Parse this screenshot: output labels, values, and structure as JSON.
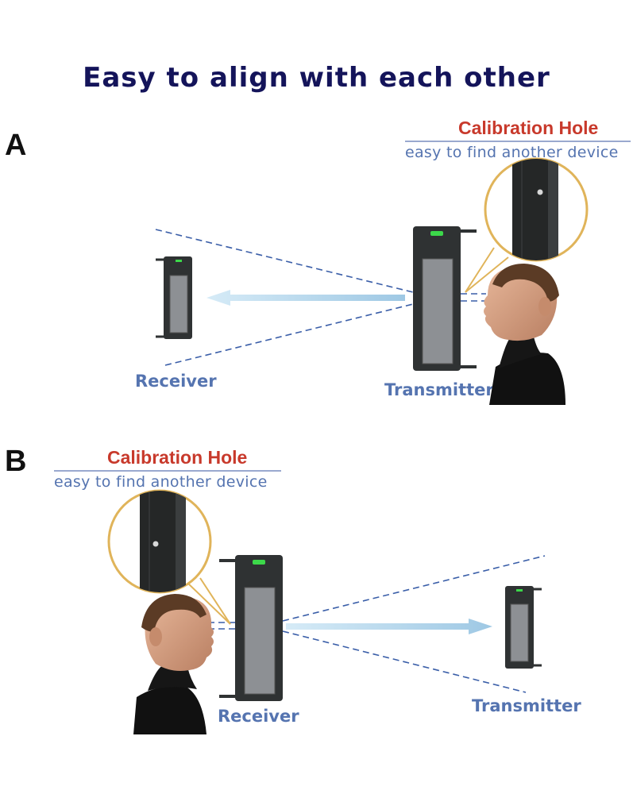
{
  "title": "Easy to align with each other",
  "section_a": {
    "letter": "A",
    "callout_title": "Calibration Hole",
    "callout_subtitle": "easy to find another device",
    "left_label": "Receiver",
    "right_label": "Transmitter"
  },
  "section_b": {
    "letter": "B",
    "callout_title": "Calibration Hole",
    "callout_subtitle": "easy to find another device",
    "left_label": "Receiver",
    "right_label": "Transmitter"
  },
  "colors": {
    "title": "#14145a",
    "callout_title": "#c8392b",
    "label_blue": "#5574b0",
    "beam_line": "#3a5ea8",
    "arrow": "#a9cfe8",
    "callout_ring": "#e0b45a",
    "device_body": "#2f3233",
    "device_panel": "#8d9094",
    "led": "#3cd84a"
  },
  "icons": {
    "device": "sensor-box-icon",
    "person": "person-head-icon",
    "magnifier": "magnified-callout-icon"
  }
}
